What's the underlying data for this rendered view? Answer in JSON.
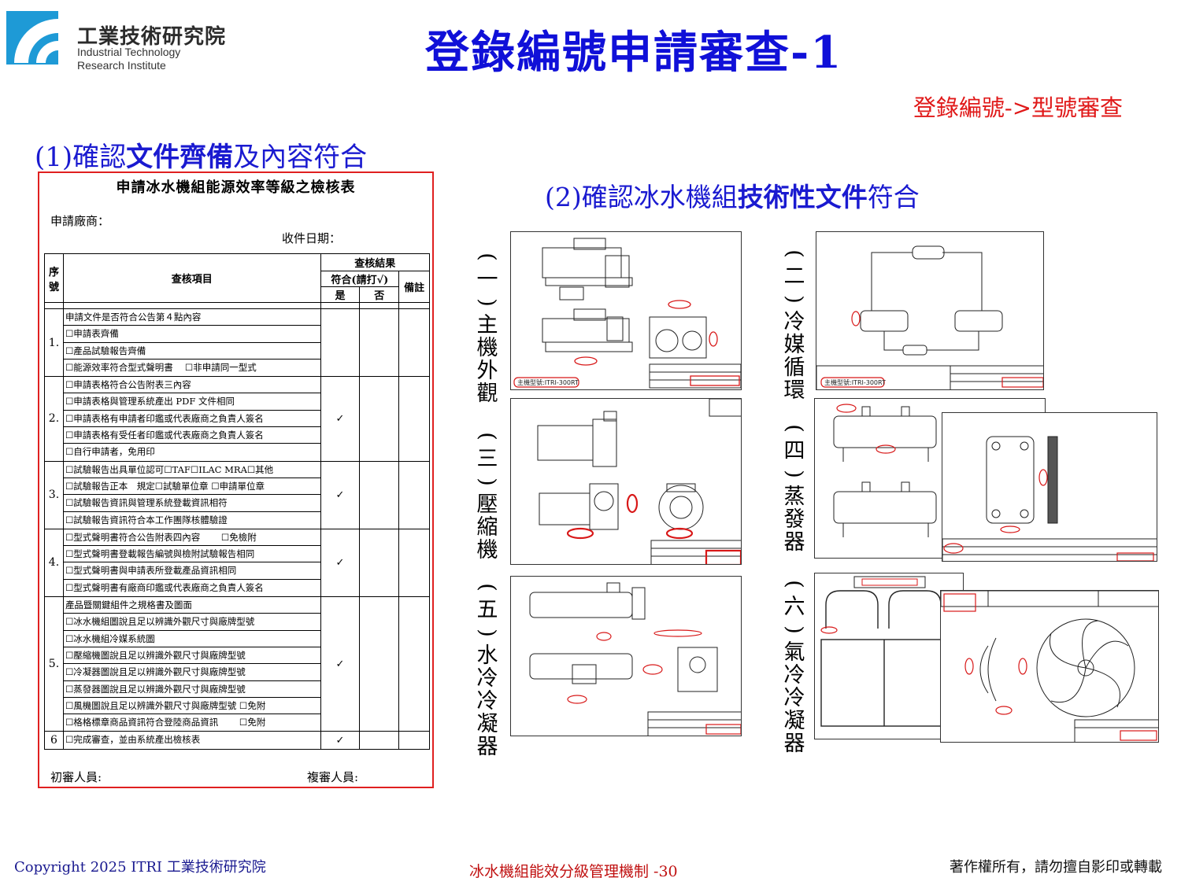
{
  "logo": {
    "name_zh": "工業技術研究院",
    "name_en_line1": "Industrial Technology",
    "name_en_line2": "Research Institute"
  },
  "title": "登錄編號申請審查-1",
  "subtitle": "登錄編號->型號審查",
  "section1": {
    "prefix": "(1)確認",
    "bold": "文件齊備",
    "suffix": "及內容符合"
  },
  "section2": {
    "prefix": "(2)確認冰水機組",
    "bold": "技術性文件",
    "suffix": "符合"
  },
  "form": {
    "title": "申請冰水機組能源效率等級之檢核表",
    "applicant_label": "申請廠商：",
    "date_label": "收件日期：",
    "headers": {
      "seq": "序號",
      "item": "查核項目",
      "result": "查核結果",
      "conform": "符合(請打√)",
      "remark": "備註",
      "yes": "是",
      "no": "否"
    },
    "rows": [
      {
        "num": "1.",
        "check": "",
        "lines": [
          "申請文件是否符合公告第４點內容",
          "☐申請表齊備",
          "☐產品試驗報告齊備",
          "☐能源效率符合型式聲明書 　☐非申請同一型式"
        ]
      },
      {
        "num": "2.",
        "check": "✓",
        "lines": [
          "☐申請表格符合公告附表三內容",
          "☐申請表格與管理系統產出 PDF 文件相同",
          "☐申請表格有申請者印鑑或代表廠商之負責人簽名",
          "☐申請表格有受任者印鑑或代表廠商之負責人簽名",
          "☐自行申請者，免用印"
        ]
      },
      {
        "num": "3.",
        "check": "✓",
        "lines": [
          "☐試驗報告出具單位認可☐TAF☐ILAC MRA☐其他",
          "☐試驗報告正本　規定☐試驗單位章 ☐申請單位章",
          "☐試驗報告資訊與管理系統登載資訊相符",
          "☐試驗報告資訊符合本工作團隊核體驗證"
        ]
      },
      {
        "num": "4.",
        "check": "✓",
        "lines": [
          "☐型式聲明書符合公告附表四內容 　　☐免檢附",
          "☐型式聲明書登載報告編號與檢附試驗報告相同",
          "☐型式聲明書與申請表所登載產品資訊相同",
          "☐型式聲明書有廠商印鑑或代表廠商之負責人簽名"
        ]
      },
      {
        "num": "5.",
        "check": "✓",
        "lines": [
          "產品暨關鍵組件之規格書及圖面",
          "☐冰水機組圖說且足以辨識外觀尺寸與廠牌型號",
          "☐冰水機組冷媒系統圖",
          "☐壓縮機圖說且足以辨識外觀尺寸與廠牌型號",
          "☐冷凝器圖說且足以辨識外觀尺寸與廠牌型號",
          "☐蒸發器圖說且足以辨識外觀尺寸與廠牌型號",
          "☐風機圖說且足以辨識外觀尺寸與廠牌型號 ☐免附",
          "☐格格標章商品資訊符合登陸商品資訊 　　☐免附"
        ]
      },
      {
        "num": "6",
        "check": "✓",
        "lines": [
          "☐完成審查，並由系統產出檢核表"
        ]
      }
    ],
    "first_reviewer": "初審人員:",
    "second_reviewer": "複審人員:"
  },
  "drawings": [
    {
      "label": "(一)主機外觀",
      "model_tag": "主機型號:ITRI-300RT"
    },
    {
      "label": "(二)冷媒循環",
      "model_tag": "主機型號:ITRI-300RT"
    },
    {
      "label": "(三)壓縮機"
    },
    {
      "label": "(四)蒸發器"
    },
    {
      "label": "(五)水冷冷凝器"
    },
    {
      "label": "(六)氣冷冷凝器"
    }
  ],
  "footer": {
    "copyright": "Copyright 2025 ITRI 工業技術研究院",
    "center": "冰水機組能效分級管理機制 -30",
    "right": "著作權所有，請勿擅自影印或轉載"
  },
  "colors": {
    "title_blue": "#1010d8",
    "accent_red": "#e01818",
    "section_blue": "#1a1ad0"
  }
}
